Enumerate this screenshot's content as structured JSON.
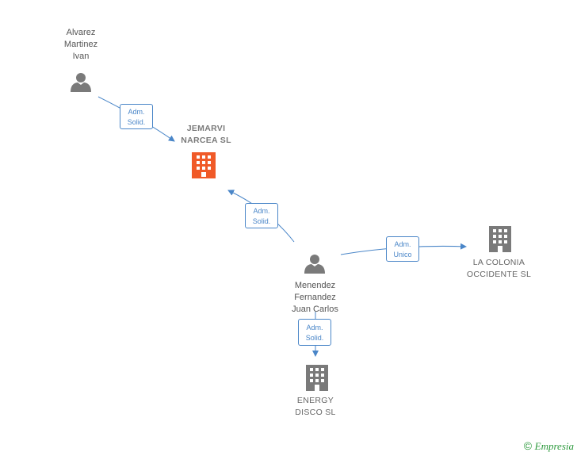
{
  "nodes": {
    "alvarez": {
      "name_lines": [
        "Alvarez",
        "Martinez",
        "Ivan"
      ],
      "icon": "person-icon"
    },
    "menendez": {
      "name_lines": [
        "Menendez",
        "Fernandez",
        "Juan Carlos"
      ],
      "icon": "person-icon"
    },
    "jemarvi": {
      "name_lines": [
        "JEMARVI",
        "NARCEA SL"
      ],
      "icon": "building-icon",
      "color": "#f05a28"
    },
    "colonia": {
      "name_lines": [
        "LA COLONIA",
        "OCCIDENTE SL"
      ],
      "icon": "building-icon",
      "color": "#7a7a7a"
    },
    "energy": {
      "name_lines": [
        "ENERGY",
        "DISCO SL"
      ],
      "icon": "building-icon",
      "color": "#7a7a7a"
    }
  },
  "edges": [
    {
      "from": "alvarez",
      "to": "jemarvi",
      "label_lines": [
        "Adm.",
        "Solid."
      ]
    },
    {
      "from": "menendez",
      "to": "jemarvi",
      "label_lines": [
        "Adm.",
        "Solid."
      ]
    },
    {
      "from": "menendez",
      "to": "colonia",
      "label_lines": [
        "Adm.",
        "Unico"
      ]
    },
    {
      "from": "menendez",
      "to": "energy",
      "label_lines": [
        "Adm.",
        "Solid."
      ]
    }
  ],
  "colors": {
    "edge": "#4a86c8",
    "person": "#7a7a7a",
    "highlight_company": "#f05a28",
    "company": "#7a7a7a"
  },
  "brand": {
    "copyright_symbol": "©",
    "name": "Empresia"
  }
}
